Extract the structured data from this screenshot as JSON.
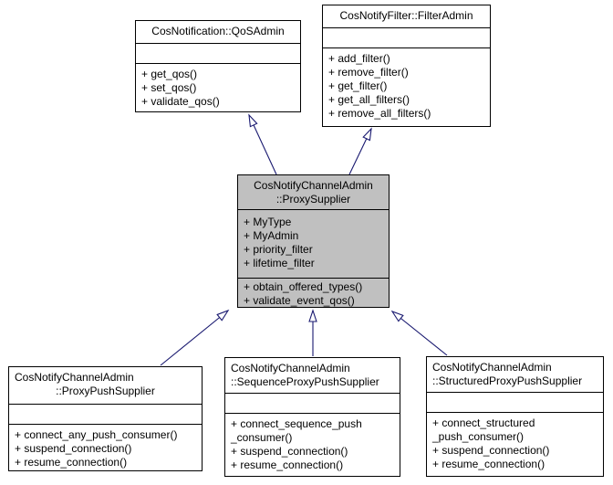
{
  "diagram": {
    "type": "uml-class-inheritance-graph",
    "colors": {
      "background": "#ffffff",
      "node_border": "#000000",
      "node_fill": "#ffffff",
      "selected_node_fill": "#c0c0c0",
      "edge": "#191970"
    },
    "edges": [
      {
        "from": "CosNotifyChannelAdmin::ProxySupplier",
        "to": "CosNotification::QoSAdmin",
        "type": "public-inheritance"
      },
      {
        "from": "CosNotifyChannelAdmin::ProxySupplier",
        "to": "CosNotifyFilter::FilterAdmin",
        "type": "public-inheritance"
      },
      {
        "from": "CosNotifyChannelAdmin::ProxyPushSupplier",
        "to": "CosNotifyChannelAdmin::ProxySupplier",
        "type": "public-inheritance"
      },
      {
        "from": "CosNotifyChannelAdmin::SequenceProxyPushSupplier",
        "to": "CosNotifyChannelAdmin::ProxySupplier",
        "type": "public-inheritance"
      },
      {
        "from": "CosNotifyChannelAdmin::StructuredProxyPushSupplier",
        "to": "CosNotifyChannelAdmin::ProxySupplier",
        "type": "public-inheritance"
      }
    ]
  },
  "nodes": {
    "qos_admin": {
      "title_lines": [
        "CosNotification::QoSAdmin"
      ],
      "attribute_lines": [],
      "method_lines": [
        "+ get_qos()",
        "+ set_qos()",
        "+ validate_qos()"
      ]
    },
    "filter_admin": {
      "title_lines": [
        "CosNotifyFilter::FilterAdmin"
      ],
      "attribute_lines": [],
      "method_lines": [
        "+ add_filter()",
        "+ remove_filter()",
        "+ get_filter()",
        "+ get_all_filters()",
        "+ remove_all_filters()"
      ]
    },
    "proxy_supplier": {
      "selected": true,
      "title_lines": [
        "CosNotifyChannelAdmin",
        "::ProxySupplier"
      ],
      "attribute_lines": [
        "+ MyType",
        "+ MyAdmin",
        "+ priority_filter",
        "+ lifetime_filter"
      ],
      "method_lines": [
        "+ obtain_offered_types()",
        "+ validate_event_qos()"
      ]
    },
    "proxy_push_supplier": {
      "title_lines": [
        "CosNotifyChannelAdmin",
        "::ProxyPushSupplier"
      ],
      "attribute_lines": [],
      "method_lines": [
        "+ connect_any_push_consumer()",
        "+ suspend_connection()",
        "+ resume_connection()"
      ]
    },
    "sequence_proxy_push_supplier": {
      "title_lines": [
        "CosNotifyChannelAdmin",
        "::SequenceProxyPushSupplier"
      ],
      "attribute_lines": [],
      "method_lines": [
        "+ connect_sequence_push",
        "_consumer()",
        "+ suspend_connection()",
        "+ resume_connection()"
      ]
    },
    "structured_proxy_push_supplier": {
      "title_lines": [
        "CosNotifyChannelAdmin",
        "::StructuredProxyPushSupplier"
      ],
      "attribute_lines": [],
      "method_lines": [
        "+ connect_structured",
        "_push_consumer()",
        "+ suspend_connection()",
        "+ resume_connection()"
      ]
    }
  }
}
